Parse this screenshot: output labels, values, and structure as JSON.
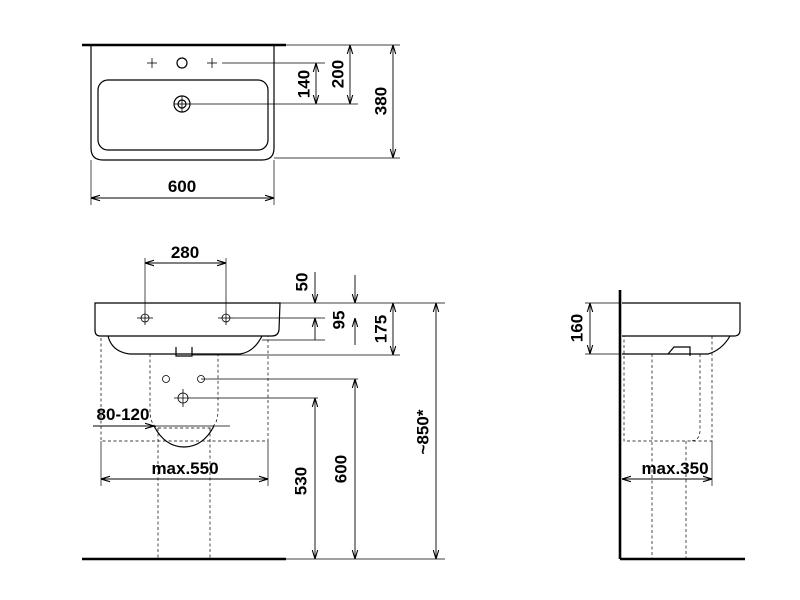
{
  "top_view": {
    "depth_tap": "140",
    "depth_holes": "200",
    "depth_total": "380",
    "width": "600"
  },
  "front_view": {
    "hole_spacing": "280",
    "rim_offset": "50",
    "hole_height": "95",
    "basin_height": "175",
    "rim_height": "~850*",
    "waste_range": "80-120",
    "max_width": "max.550",
    "outlet_height": "530",
    "pedestal_height": "600"
  },
  "side_view": {
    "basin_height": "160",
    "max_depth": "max.350"
  }
}
